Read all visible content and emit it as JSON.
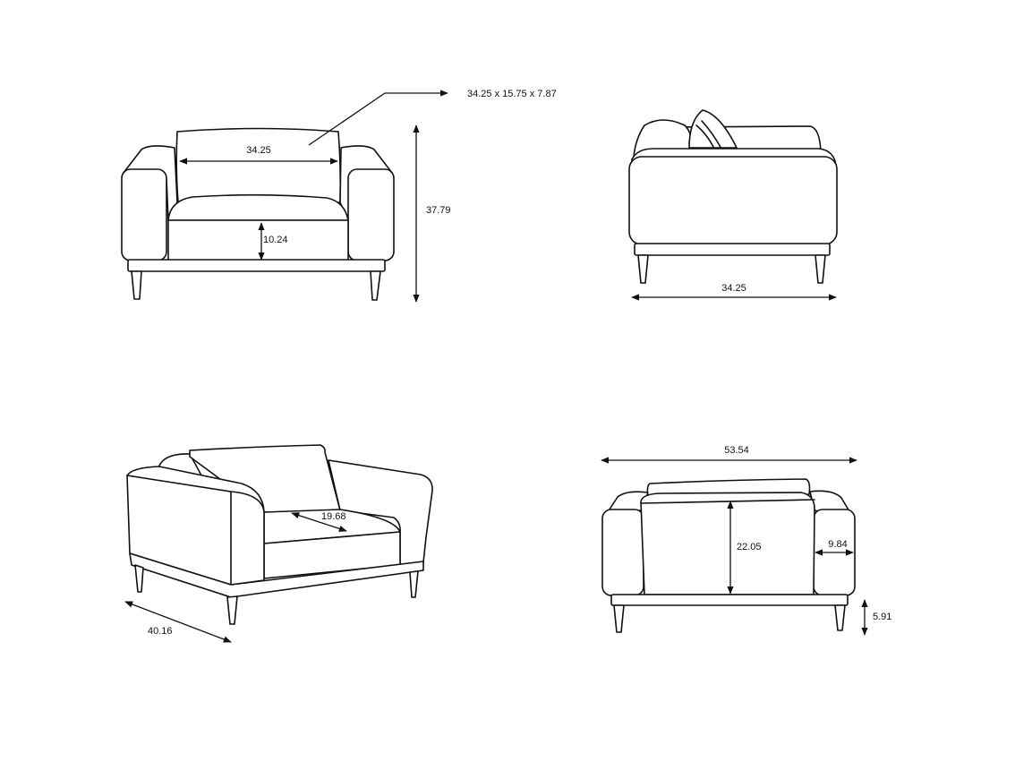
{
  "views": {
    "front": {
      "cushion_dimensions": "34.25 x 15.75 x 7.87",
      "back_cushion_width": "34.25",
      "seat_height": "10.24",
      "overall_height": "37.79"
    },
    "side": {
      "depth": "34.25"
    },
    "perspective": {
      "seat_depth": "19.68",
      "depth": "40.16"
    },
    "back": {
      "overall_width": "53.54",
      "back_height": "22.05",
      "arm_width": "9.84",
      "leg_height": "5.91"
    }
  },
  "colors": {
    "line": "#111111",
    "background": "#ffffff"
  }
}
